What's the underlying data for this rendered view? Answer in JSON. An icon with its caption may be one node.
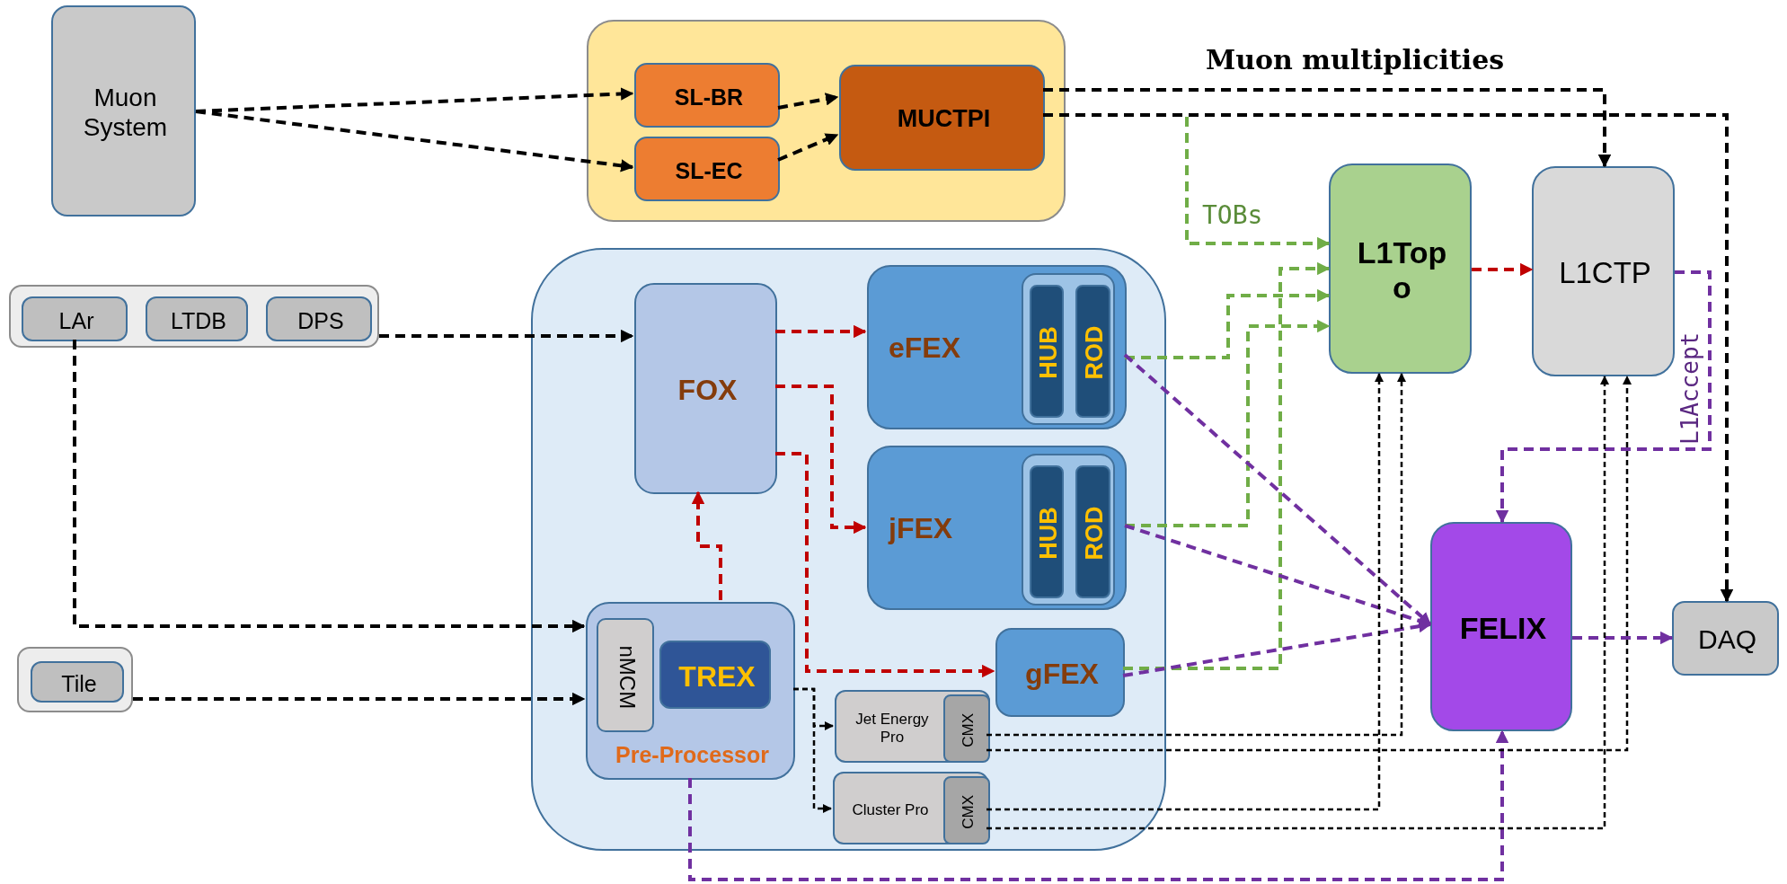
{
  "diagram": {
    "nodes": [
      {
        "text": [
          "Muon System"
        ]
      },
      {
        "text": [],
        "shape": "box"
      },
      {
        "text": [
          "SL-BR"
        ],
        "in": 1
      },
      {
        "text": [
          "SL-EC"
        ],
        "in": 1
      },
      {
        "text": [
          "MUCTPI"
        ],
        "in": 1
      },
      {
        "text": [],
        "shape": "box"
      },
      {
        "text": [
          "LAr"
        ],
        "in": 5
      },
      {
        "text": [
          "LTDB"
        ],
        "in": 5
      },
      {
        "text": [
          "DPS"
        ],
        "in": 5
      },
      {
        "text": [],
        "shape": "box"
      },
      {
        "text": [
          "Tile"
        ],
        "in": 9
      },
      {
        "text": [],
        "shape": "box"
      },
      {
        "text": [
          "FOX"
        ],
        "in": 11
      },
      {
        "text": [
          "eFEX"
        ],
        "in": 11
      },
      {
        "text": [],
        "shape": "box",
        "in": 13
      },
      {
        "text": [
          "HUB"
        ],
        "in": 14
      },
      {
        "text": [
          "ROD"
        ],
        "in": 14
      },
      {
        "text": [
          "jFEX"
        ],
        "in": 11
      },
      {
        "text": [],
        "shape": "box",
        "in": 17
      },
      {
        "text": [
          "HUB"
        ],
        "in": 18
      },
      {
        "text": [
          "ROD"
        ],
        "in": 18
      },
      {
        "text": [
          "Pre-Processor"
        ],
        "in": 11
      },
      {
        "text": [
          "nMCM"
        ],
        "in": 21
      },
      {
        "text": [
          "TREX"
        ],
        "in": 21
      },
      {
        "text": [
          "gFEX"
        ],
        "in": 11
      },
      {
        "text": [
          "Jet Energy Pro"
        ],
        "in": 11
      },
      {
        "text": [
          "CMX"
        ],
        "in": 25
      },
      {
        "text": [
          "Cluster Pro"
        ],
        "in": 11
      },
      {
        "text": [
          "CMX"
        ],
        "in": 27
      },
      {
        "text": [
          "L1Topo"
        ]
      },
      {
        "text": [
          "L1CTP"
        ]
      },
      {
        "text": [
          "FELIX"
        ]
      },
      {
        "text": [
          "DAQ"
        ]
      }
    ],
    "edges": [
      {
        "from": 0,
        "to": 2,
        "arrow": "to",
        "style": "dashed"
      },
      {
        "from": 0,
        "to": 3,
        "arrow": "to",
        "style": "dashed"
      },
      {
        "from": 2,
        "to": 4,
        "arrow": "to",
        "style": "dashed"
      },
      {
        "from": 3,
        "to": 4,
        "arrow": "to",
        "style": "dashed"
      },
      {
        "from": 4,
        "to": 30,
        "arrow": "to",
        "style": "dashed",
        "label": "Muon multiplicities"
      },
      {
        "from": 4,
        "to": 32,
        "arrow": "to",
        "style": "dashed"
      },
      {
        "from": 4,
        "to": 29,
        "arrow": "to",
        "style": "dashed",
        "color": "#70ad47",
        "label": "TOBs"
      },
      {
        "from": 6,
        "to": 21,
        "arrow": "to",
        "style": "dashed"
      },
      {
        "from": 5,
        "to": 12,
        "arrow": "to",
        "style": "dashed"
      },
      {
        "from": 9,
        "to": 21,
        "arrow": "to",
        "style": "dashed"
      },
      {
        "from": 21,
        "to": 12,
        "arrow": "to",
        "style": "dashed",
        "color": "#c00000"
      },
      {
        "from": 12,
        "to": 13,
        "arrow": "to",
        "style": "dashed",
        "color": "#c00000"
      },
      {
        "from": 12,
        "to": 17,
        "arrow": "to",
        "style": "dashed",
        "color": "#c00000"
      },
      {
        "from": 12,
        "to": 24,
        "arrow": "to",
        "style": "dashed",
        "color": "#c00000"
      },
      {
        "from": 21,
        "to": 25,
        "arrow": "to",
        "style": "dashed"
      },
      {
        "from": 21,
        "to": 27,
        "arrow": "to",
        "style": "dashed"
      },
      {
        "from": 13,
        "to": 29,
        "arrow": "to",
        "style": "dashed",
        "color": "#70ad47"
      },
      {
        "from": 17,
        "to": 29,
        "arrow": "to",
        "style": "dashed",
        "color": "#70ad47"
      },
      {
        "from": 24,
        "to": 29,
        "arrow": "to",
        "style": "dashed",
        "color": "#70ad47"
      },
      {
        "from": 13,
        "to": 31,
        "arrow": "to",
        "style": "dashed",
        "color": "#7030a0"
      },
      {
        "from": 17,
        "to": 31,
        "arrow": "to",
        "style": "dashed",
        "color": "#7030a0"
      },
      {
        "from": 24,
        "to": 31,
        "arrow": "to",
        "style": "dashed",
        "color": "#7030a0"
      },
      {
        "from": 21,
        "to": 31,
        "arrow": "to",
        "style": "dashed",
        "color": "#7030a0"
      },
      {
        "from": 29,
        "to": 30,
        "arrow": "to",
        "style": "dashed",
        "color": "#c00000"
      },
      {
        "from": 30,
        "to": 31,
        "arrow": "to",
        "style": "dashed",
        "color": "#7030a0",
        "label": "L1Accept"
      },
      {
        "from": 31,
        "to": 32,
        "arrow": "to",
        "style": "dashed",
        "color": "#7030a0"
      },
      {
        "from": 26,
        "to": 29,
        "arrow": "to",
        "style": "dashed"
      },
      {
        "from": 26,
        "to": 30,
        "arrow": "to",
        "style": "dashed"
      },
      {
        "from": 28,
        "to": 29,
        "arrow": "to",
        "style": "dashed"
      },
      {
        "from": 28,
        "to": 30,
        "arrow": "to",
        "style": "dashed"
      }
    ]
  }
}
